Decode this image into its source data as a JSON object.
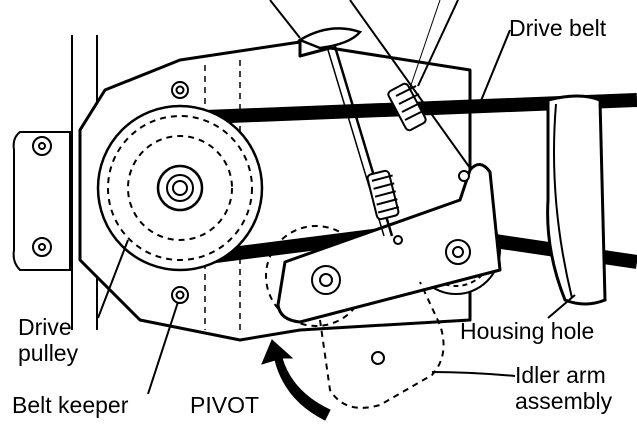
{
  "labels": {
    "drive_belt": "Drive belt",
    "drive_pulley_line1": "Drive",
    "drive_pulley_line2": "pulley",
    "housing_hole": "Housing hole",
    "idler_arm_line1": "Idler arm",
    "idler_arm_line2": "assembly",
    "belt_keeper": "Belt keeper",
    "pivot": "PIVOT"
  },
  "colors": {
    "ink": "#000000",
    "paper": "#ffffff"
  }
}
